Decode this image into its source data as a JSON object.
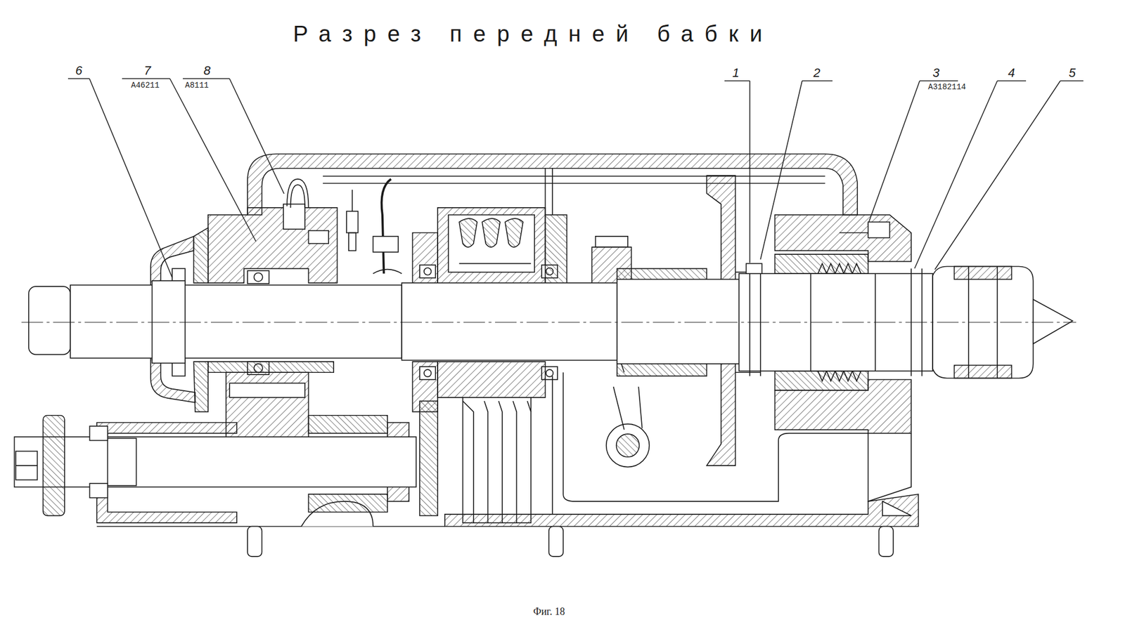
{
  "diagram": {
    "title": "Разрез передней бабки",
    "caption": "Фиг. 18",
    "labels": [
      "6",
      "7",
      "А46211",
      "8",
      "А8111",
      "1",
      "2",
      "3",
      "А3182114",
      "4",
      "5"
    ]
  }
}
